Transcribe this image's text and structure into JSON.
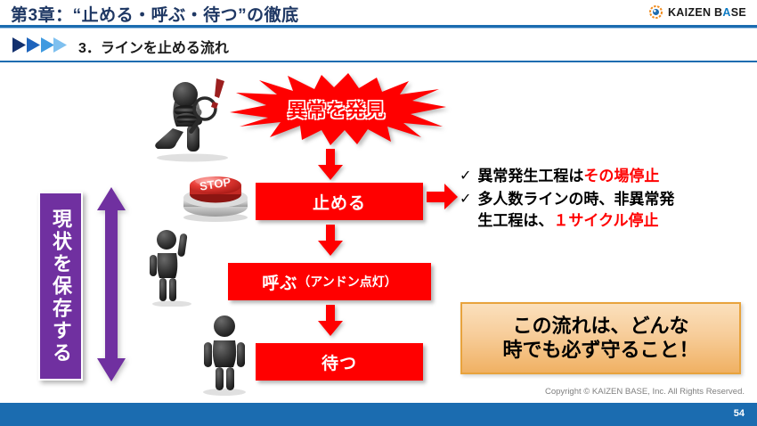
{
  "header": {
    "chapter_title": "第3章：“止める・呼ぶ・待つ”の徹底",
    "section_number": "3．",
    "section_title": "ラインを止める流れ",
    "logo_text_1": "KAIZEN B",
    "logo_text_accent": "A",
    "logo_text_2": "SE",
    "logo_icon": "gear-icon",
    "chevron_icon": "triple-chevron-right-icon"
  },
  "flow": {
    "burst_label": "異常を発見",
    "steps": [
      {
        "id": "stop",
        "main": "止める",
        "sub": ""
      },
      {
        "id": "call",
        "main": "呼ぶ",
        "sub": "（アンドン点灯）"
      },
      {
        "id": "wait",
        "main": "待つ",
        "sub": ""
      }
    ],
    "stop_button_label": "STOP",
    "arrow_down_icon": "arrow-down-icon",
    "arrow_right_icon": "arrow-right-icon"
  },
  "preserve": {
    "vertical_label": "現状を保存する",
    "arrow_icon": "double-arrow-vertical-icon"
  },
  "bullets": [
    {
      "check": "✓",
      "black_1": "異常発生工程は",
      "red_1": "その場停止",
      "black_2": "",
      "red_2": ""
    },
    {
      "check": "✓",
      "black_1": "多人数ラインの時、非異常発",
      "red_1": "",
      "black_2": "生工程は、",
      "red_2": "１サイクル停止"
    }
  ],
  "callout": {
    "line1": "この流れは、どんな",
    "line2": "時でも必ず守ること！"
  },
  "footer": {
    "copyright": "Copyright ©  KAIZEN BASE, Inc.  All Rights Reserved.",
    "page_number": "54"
  },
  "colors": {
    "header_blue": "#1b6cb0",
    "title_navy": "#1f3864",
    "process_red": "#ff0000",
    "preserve_purple": "#7030a0",
    "callout_orange": "#f0b163",
    "logo_orange": "#f08c1e"
  }
}
